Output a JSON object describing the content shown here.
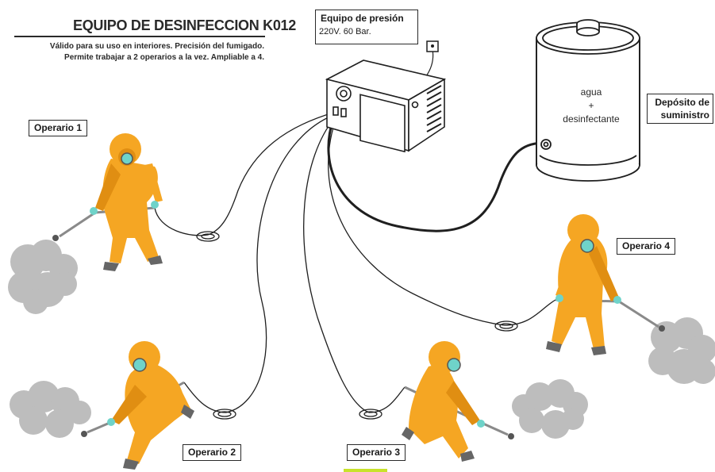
{
  "header": {
    "title": "EQUIPO DE DESINFECCION K012",
    "subtitle_line1": "Válido para su uso en interiores. Precisión del fumigado.",
    "subtitle_line2": "Permite trabajar a 2 operarios a la vez. Ampliable a 4."
  },
  "pressure_unit": {
    "title": "Equipo de presión",
    "spec": "220V. 60 Bar."
  },
  "tank": {
    "content_line1": "agua",
    "content_line2": "+",
    "content_line3": "desinfectante",
    "label_line1": "Depósito de",
    "label_line2": "suministro"
  },
  "operators": {
    "op1": "Operario 1",
    "op2": "Operario 2",
    "op3": "Operario 3",
    "op4": "Operario 4"
  },
  "colors": {
    "suit": "#f5a623",
    "suit_shade": "#e08e12",
    "glove": "#6fd3c9",
    "smoke": "#bdbdbd",
    "hose": "#1f1f1f",
    "text": "#2a2a2a",
    "accent": "#c8e22a"
  }
}
